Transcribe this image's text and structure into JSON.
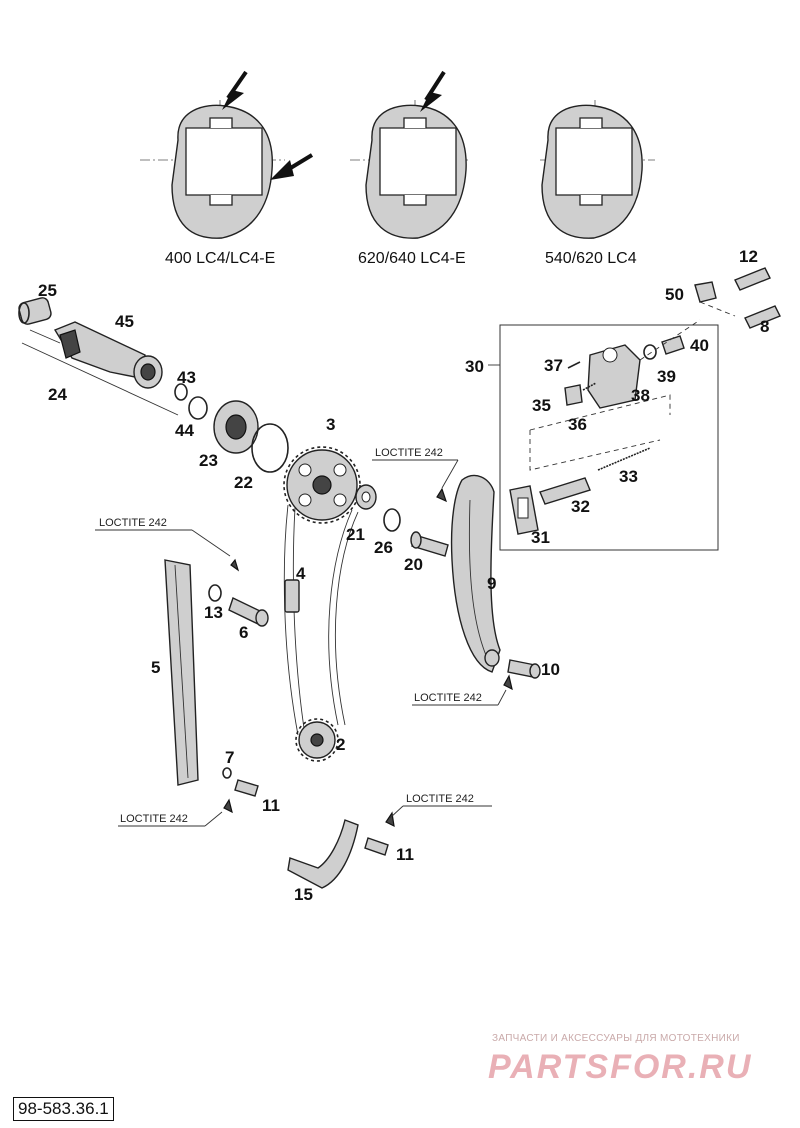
{
  "variants": [
    {
      "label": "400 LC4/LC4-E"
    },
    {
      "label": "620/640 LC4-E"
    },
    {
      "label": "540/620 LC4"
    }
  ],
  "parts": [
    "25",
    "45",
    "24",
    "43",
    "44",
    "23",
    "22",
    "3",
    "21",
    "26",
    "20",
    "9",
    "4",
    "13",
    "6",
    "5",
    "2",
    "7",
    "11",
    "11",
    "15",
    "10",
    "12",
    "50",
    "8",
    "30",
    "37",
    "40",
    "39",
    "38",
    "35",
    "36",
    "33",
    "32",
    "31"
  ],
  "loctite_label": "LOCTITE 242",
  "loctite_callouts": [
    "LOCTITE 242",
    "LOCTITE 242",
    "LOCTITE 242",
    "LOCTITE 242"
  ],
  "watermark": {
    "tagline": "ЗАПЧАСТИ И АКСЕССУАРЫ ДЛЯ МОТОТЕХНИКИ",
    "logo": "PARTSFOR.RU"
  },
  "drawing_number": "98-583.36.1"
}
